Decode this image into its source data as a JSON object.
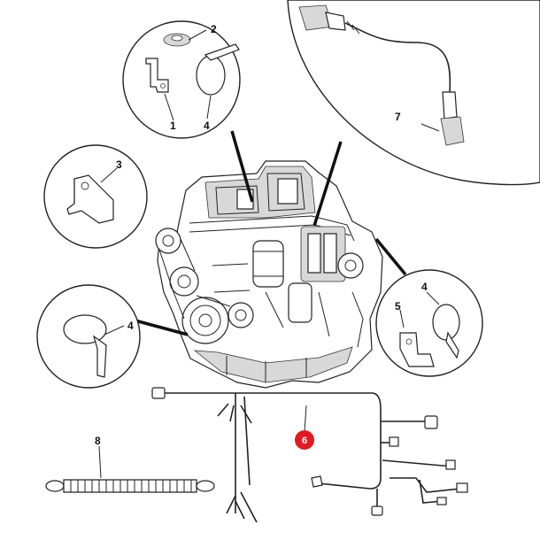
{
  "callouts": {
    "c1": "1",
    "c2": "2",
    "c3": "3",
    "c4a": "4",
    "c4b": "4",
    "c4c": "4",
    "c5": "5",
    "c6": "6",
    "c7": "7",
    "c8": "8"
  },
  "colors": {
    "highlight": "#e01b24",
    "ink": "#222222"
  }
}
